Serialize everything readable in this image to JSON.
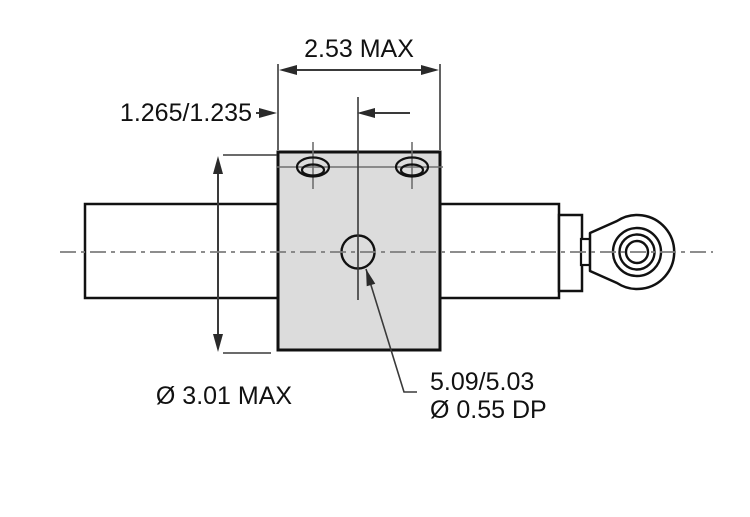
{
  "diagram": {
    "type": "engineering-dimension-drawing",
    "labels": {
      "block_width_max": "2.53 MAX",
      "hole_offset_tolerance": "1.265/1.235",
      "flange_diameter_max": "Ø 3.01 MAX",
      "center_hole_spec_line1": "5.09/5.03",
      "center_hole_spec_line2": "Ø 0.55 DP"
    },
    "colors": {
      "outline": "#111111",
      "block_fill": "#dcdcdc",
      "body_fill": "#ffffff",
      "centerline": "#7d7d7d",
      "crosshair": "#6f6f6f",
      "dimension": "#3a3a3a",
      "background": "#ffffff"
    }
  }
}
